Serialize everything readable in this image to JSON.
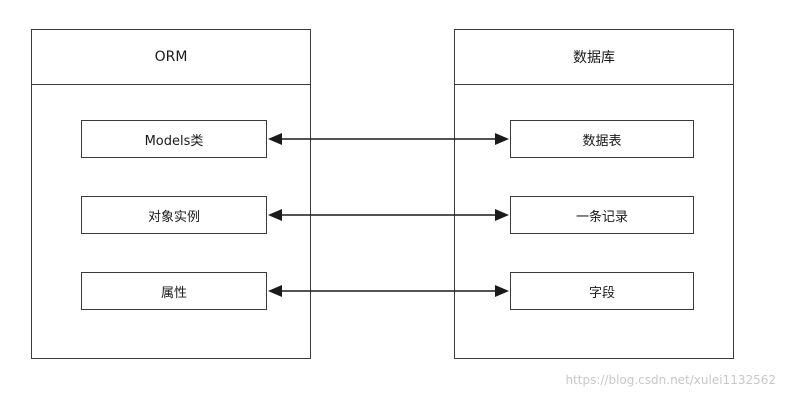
{
  "left_panel": {
    "title": "ORM",
    "items": [
      "Models类",
      "对象实例",
      "属性"
    ]
  },
  "right_panel": {
    "title": "数据库",
    "items": [
      "数据表",
      "一条记录",
      "字段"
    ]
  },
  "watermark": "https://blog.csdn.net/xulei1132562",
  "colors": {
    "stroke": "#3a3a3a",
    "arrow": "#1a1a1a",
    "watermark": "#c8c8c8"
  }
}
